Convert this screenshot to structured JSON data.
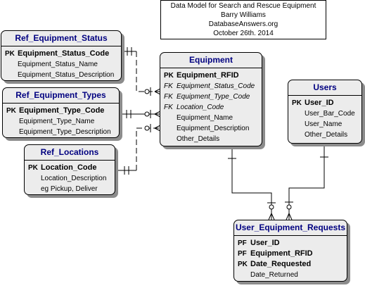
{
  "title_lines": [
    "Data Model for Search and Rescue Equipment",
    "Barry Williams",
    "DatabaseAnswers.org",
    "October 26th. 2014"
  ],
  "entities": {
    "ref_equipment_status": {
      "name": "Ref_Equipment_Status",
      "rows": [
        {
          "key": "PK",
          "field": "Equipment_Status_Code"
        },
        {
          "key": "",
          "field": "Equipment_Status_Name"
        },
        {
          "key": "",
          "field": "Equipment_Status_Description"
        }
      ]
    },
    "ref_equipment_types": {
      "name": "Ref_Equipment_Types",
      "rows": [
        {
          "key": "PK",
          "field": "Equipment_Type_Code"
        },
        {
          "key": "",
          "field": "Equipment_Type_Name"
        },
        {
          "key": "",
          "field": "Equipment_Type_Description"
        }
      ]
    },
    "ref_locations": {
      "name": "Ref_Locations",
      "rows": [
        {
          "key": "PK",
          "field": "Location_Code"
        },
        {
          "key": "",
          "field": "Location_Description"
        },
        {
          "key": "",
          "field": "eg Pickup, Deliver"
        }
      ]
    },
    "equipment": {
      "name": "Equipment",
      "rows": [
        {
          "key": "PK",
          "field": "Equipment_RFID"
        },
        {
          "key": "FK",
          "field": "Equipment_Status_Code"
        },
        {
          "key": "FK",
          "field": "Equipment_Type_Code"
        },
        {
          "key": "FK",
          "field": "Location_Code"
        },
        {
          "key": "",
          "field": "Equipment_Name"
        },
        {
          "key": "",
          "field": "Equipment_Description"
        },
        {
          "key": "",
          "field": "Other_Details"
        }
      ]
    },
    "users": {
      "name": "Users",
      "rows": [
        {
          "key": "PK",
          "field": "User_ID"
        },
        {
          "key": "",
          "field": "User_Bar_Code"
        },
        {
          "key": "",
          "field": "User_Name"
        },
        {
          "key": "",
          "field": "Other_Details"
        }
      ]
    },
    "user_equipment_requests": {
      "name": "User_Equipment_Requests",
      "rows": [
        {
          "key": "PF",
          "field": "User_ID"
        },
        {
          "key": "PF",
          "field": "Equipment_RFID"
        },
        {
          "key": "PK",
          "field": "Date_Requested"
        },
        {
          "key": "",
          "field": "Date_Returned"
        }
      ]
    }
  },
  "colors": {
    "entity_fill": "#ececec",
    "entity_shadow": "#8c8c8c",
    "entity_title": "#000080",
    "line": "#000000"
  }
}
